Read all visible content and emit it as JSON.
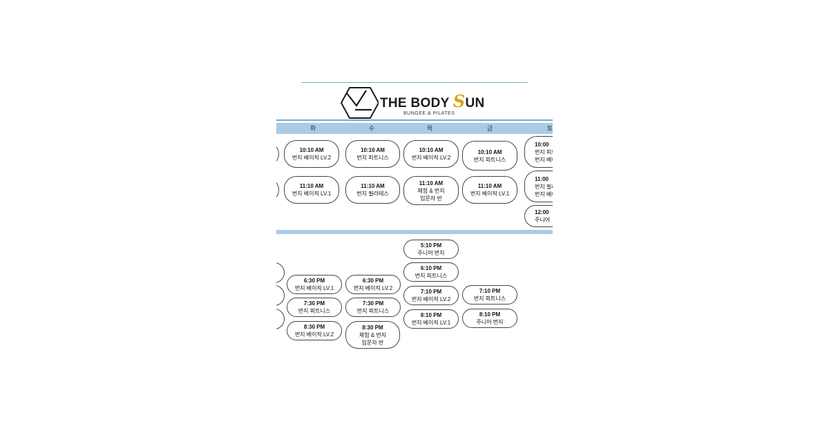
{
  "brand": {
    "title_before_s": "THE BODY ",
    "title_s": "S",
    "title_after_s": "UN",
    "subtitle": "BUNGEE & PILATES"
  },
  "days": [
    "화",
    "수",
    "목",
    "금",
    "토"
  ],
  "morning": {
    "tue": [
      {
        "time": "10:10 AM",
        "name": "번지 베이직 LV.2"
      },
      {
        "time": "11:10 AM",
        "name": "번지 베이직 LV.1"
      }
    ],
    "wed": [
      {
        "time": "10:10 AM",
        "name": "번지 피트니스"
      },
      {
        "time": "11:10 AM",
        "name": "번지 필라테스"
      }
    ],
    "thu": [
      {
        "time": "10:10 AM",
        "name": "번지 베이직 LV.2"
      },
      {
        "time": "11:10 AM",
        "name": "체험 & 번지",
        "name2": "입문자 반"
      }
    ],
    "fri": [
      {
        "time": "10:10 AM",
        "name": "번지 피트니스"
      },
      {
        "time": "11:10 AM",
        "name": "번지 베이직 LV.1"
      }
    ],
    "sat": [
      {
        "time": "10:00",
        "name": "번지 피트",
        "name2": "번지 베이"
      },
      {
        "time": "11:00",
        "name": "번지 필라",
        "name2": "번지 베이"
      },
      {
        "time": "12:00",
        "name": "주니어"
      }
    ]
  },
  "evening": {
    "tue": [
      {
        "time": "6:30 PM",
        "name": "번지 베이직 LV.1"
      },
      {
        "time": "7:30 PM",
        "name": "번지 피트니스"
      },
      {
        "time": "8:30 PM",
        "name": "번지 베이직 LV.2"
      }
    ],
    "wed": [
      {
        "time": "6:30 PM",
        "name": "번지 베이직 LV.2"
      },
      {
        "time": "7:30 PM",
        "name": "번지 피트니스"
      },
      {
        "time": "8:30 PM",
        "name": "체험 & 번지",
        "name2": "입문자 반"
      }
    ],
    "thu": [
      {
        "time": "5:10 PM",
        "name": "주니어 번지"
      },
      {
        "time": "6:10 PM",
        "name": "번지 피트니스"
      },
      {
        "time": "7:10 PM",
        "name": "번지 베이직 LV.2"
      },
      {
        "time": "8:10 PM",
        "name": "번지 베이직 LV.1"
      }
    ],
    "fri": [
      {
        "time": "7:10 PM",
        "name": "번지 피트니스"
      },
      {
        "time": "8:10 PM",
        "name": "주니어 번지"
      }
    ]
  }
}
